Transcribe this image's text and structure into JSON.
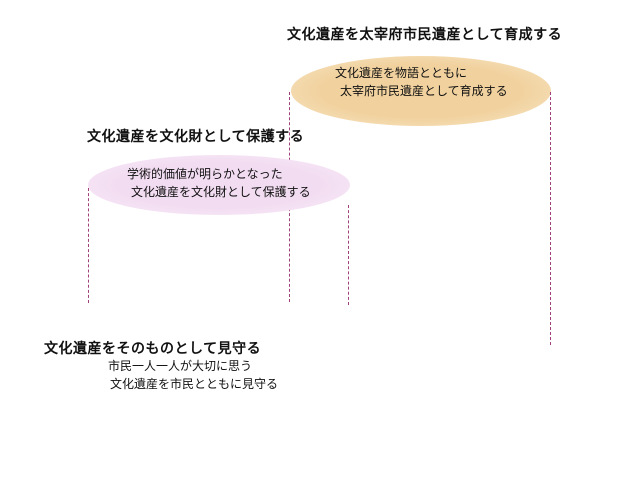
{
  "tiers": [
    {
      "id": "top",
      "heading": "文化遺産を太宰府市民遺産として育成する",
      "lines": [
        "文化遺産を物語とともに",
        "太宰府市民遺産として育成する"
      ],
      "ellipse_color": "#f1d29f",
      "line_color": "#a0417a"
    },
    {
      "id": "middle",
      "heading": "文化遺産を文化財として保護する",
      "lines": [
        "学術的価値が明らかとなった",
        "文化遺産を文化財として保護する"
      ],
      "ellipse_color": "#f2dcf1",
      "line_color": "#a0417a"
    },
    {
      "id": "bottom",
      "heading": "文化遺産をそのものとして見守る",
      "lines": [
        "市民一人一人が大切に思う",
        "文化遺産を市民とともに見守る"
      ]
    }
  ]
}
